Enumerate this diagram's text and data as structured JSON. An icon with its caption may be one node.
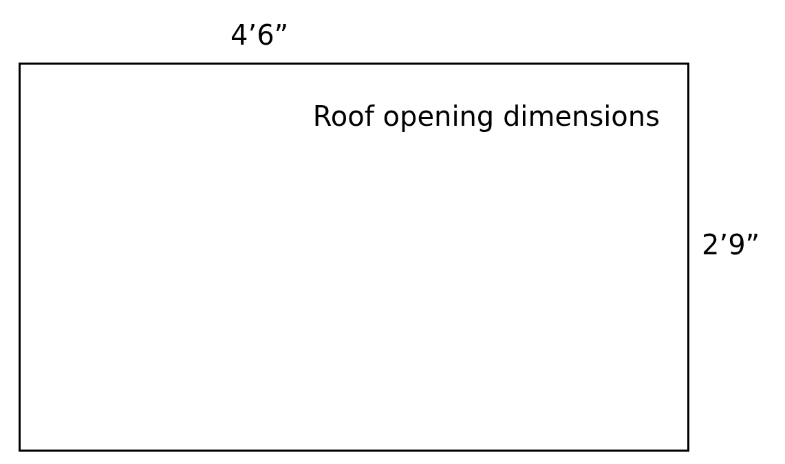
{
  "diagram": {
    "nodes": [
      {
        "text": [
          "Roof opening dimensions"
        ]
      }
    ],
    "labels": [
      "4’6”",
      "2’9”"
    ]
  }
}
